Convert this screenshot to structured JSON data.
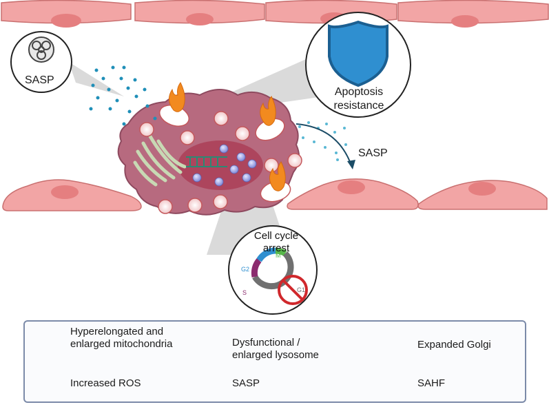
{
  "labels": {
    "sasp_circle": "SASP",
    "apoptosis": "Apoptosis resistance",
    "sasp_arrow": "SASP",
    "cell_cycle": "Cell cycle arrest"
  },
  "phases": {
    "m": "M",
    "g2": "G2",
    "s": "S",
    "g1": "G1"
  },
  "legend": {
    "mito": "Hyperelongated and enlarged mitochondria",
    "lysosome": "Dysfunctional / enlarged lysosome",
    "golgi": "Expanded Golgi",
    "ros": "Increased ROS",
    "sasp": "SASP",
    "sahf": "SAHF"
  },
  "colors": {
    "cell_fill": "#f2a5a5",
    "nucleus_fill": "#e57f80",
    "senescent_cell": "#b76a7f",
    "shield": "#2f8fd0",
    "sasp_dots": "#1f8fb8",
    "m_phase": "#57b84a",
    "g2_phase": "#2f8fd0",
    "s_phase": "#8b2b6e",
    "g1_phase": "#707070",
    "block_sign": "#d0282c"
  }
}
